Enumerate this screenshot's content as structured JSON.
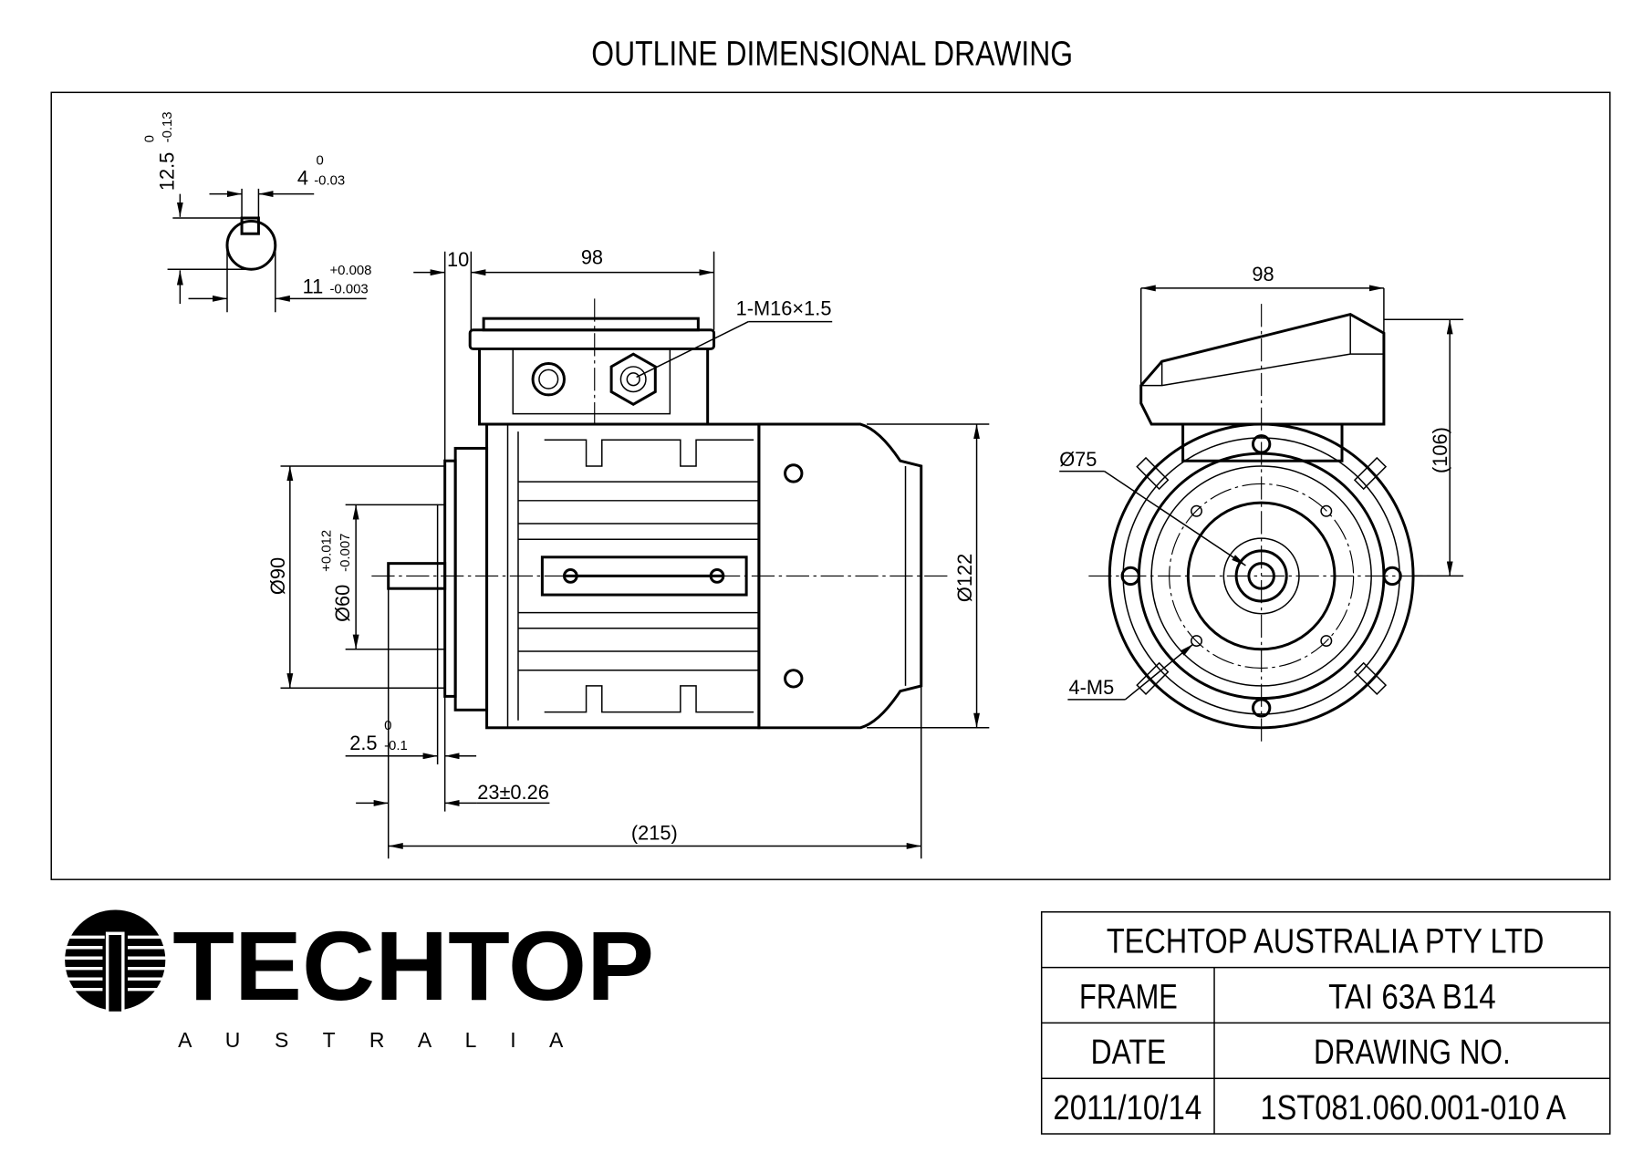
{
  "title": "OUTLINE DIMENSIONAL DRAWING",
  "shaft_section": {
    "key_depth": "12.5",
    "key_depth_tol_upper": "0",
    "key_depth_tol_lower": "-0.13",
    "key_width": "4",
    "key_width_tol_upper": "0",
    "key_width_tol_lower": "-0.03",
    "shaft_dia": "11",
    "shaft_dia_tol_upper": "+0.008",
    "shaft_dia_tol_lower": "-0.003"
  },
  "side_view": {
    "dim_10": "10",
    "dim_98": "98",
    "cable_gland": "1-M16×1.5",
    "dia_90": "Ø90",
    "dia_60": "Ø60",
    "dia_60_tol_upper": "+0.012",
    "dia_60_tol_lower": "-0.007",
    "dia_122": "Ø122",
    "dim_2_5": "2.5",
    "dim_2_5_tol_upper": "0",
    "dim_2_5_tol_lower": "-0.1",
    "dim_23": "23±0.26",
    "dim_215": "(215)"
  },
  "front_view": {
    "dim_98": "98",
    "dim_106": "(106)",
    "dia_75": "Ø75",
    "holes": "4-M5"
  },
  "logo": {
    "name": "TECHTOP",
    "sub": "A U S T R A L I A"
  },
  "title_block": {
    "company": "TECHTOP AUSTRALIA PTY LTD",
    "frame_label": "FRAME",
    "frame_value": "TAI 63A B14",
    "date_label": "DATE",
    "drawing_no_label": "DRAWING NO.",
    "date_value": "2011/10/14",
    "drawing_no_value": "1ST081.060.001-010 A"
  }
}
